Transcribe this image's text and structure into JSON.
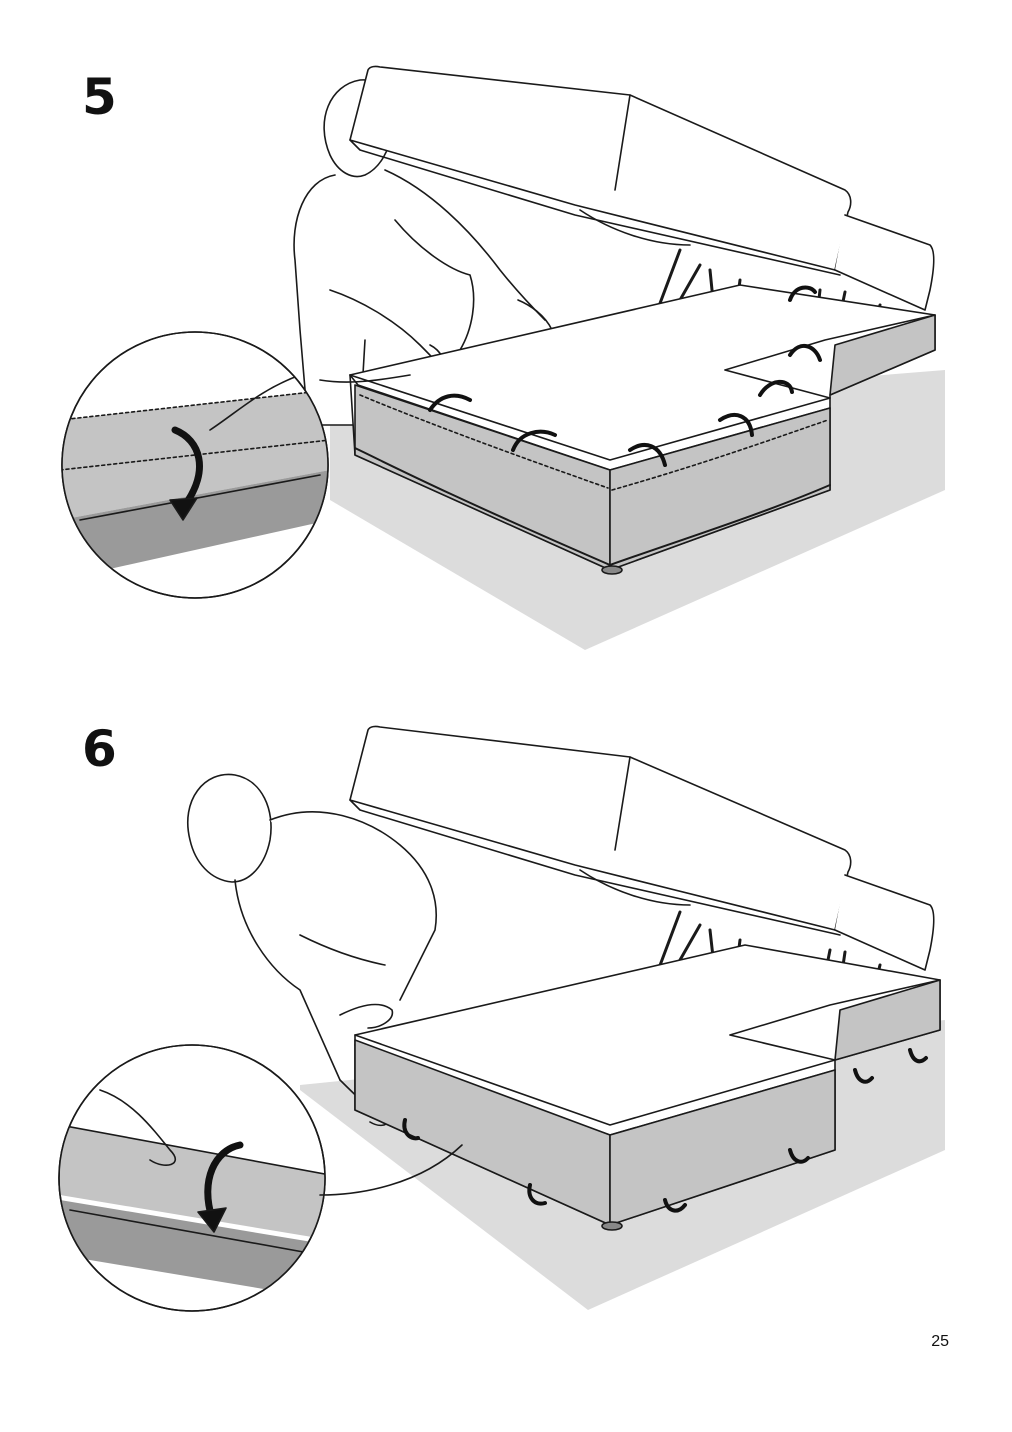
{
  "steps": [
    {
      "number": "5",
      "illustration_icon": "sofa-bed-storage-fabric-attach-icon"
    },
    {
      "number": "6",
      "illustration_icon": "sofa-bed-storage-fabric-tuck-icon"
    }
  ],
  "page": {
    "number": "25"
  },
  "colors": {
    "floor": "#dcdcdc",
    "fabric": "#c4c4c4",
    "line": "#1a1a1a",
    "mat": "#9a9a9a"
  }
}
